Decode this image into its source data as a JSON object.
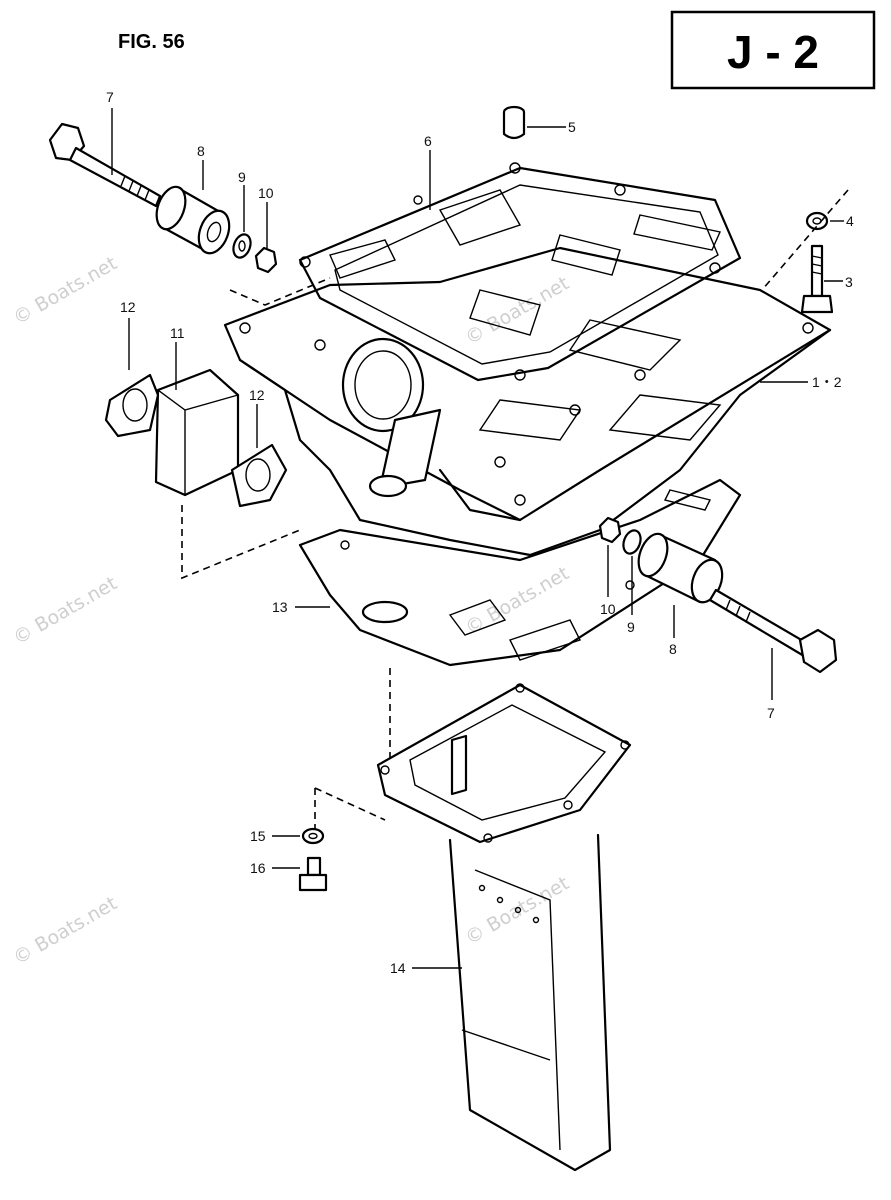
{
  "figure": {
    "title": "FIG. 56",
    "code": "J - 2"
  },
  "watermark": "© Boats.net",
  "callouts": {
    "c1": "1・2",
    "c3": "3",
    "c4": "4",
    "c5": "5",
    "c6": "6",
    "c7a": "7",
    "c7b": "7",
    "c8a": "8",
    "c8b": "8",
    "c9a": "9",
    "c9b": "9",
    "c10a": "10",
    "c10b": "10",
    "c11": "11",
    "c12a": "12",
    "c12b": "12",
    "c13": "13",
    "c14": "14",
    "c15": "15",
    "c16": "16"
  }
}
